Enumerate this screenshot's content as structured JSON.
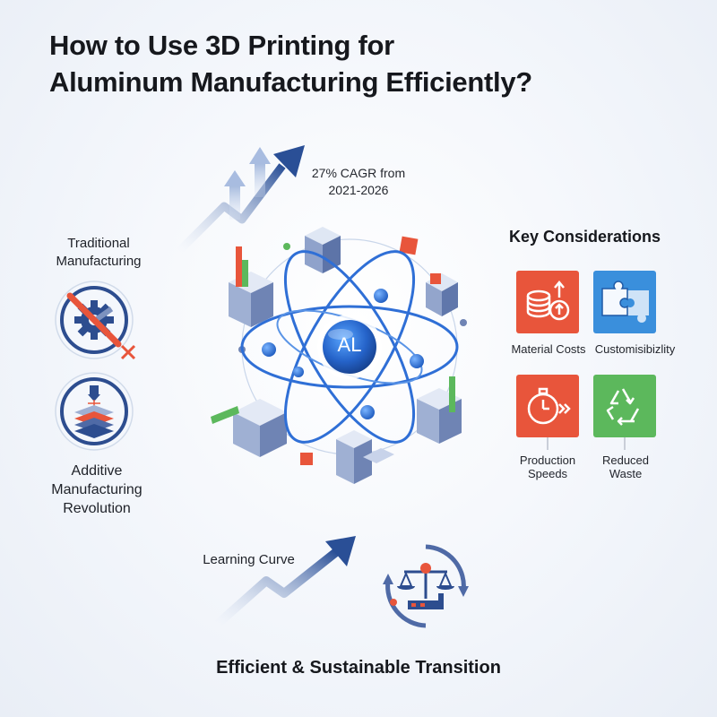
{
  "header": {
    "title_line1": "How to Use 3D Printing for",
    "title_line2": "Aluminum Manufacturing Efficiently?"
  },
  "stat": {
    "line1": "27% CAGR from",
    "line2": "2021-2026"
  },
  "core": {
    "label": "AL"
  },
  "left": {
    "traditional_line1": "Traditional",
    "traditional_line2": "Manufacturing",
    "additive_line1": "Additive",
    "additive_line2": "Manufacturing",
    "additive_line3": "Revolution"
  },
  "key_considerations": {
    "title": "Key Considerations",
    "items": [
      {
        "label": "Material Costs",
        "icon": "coins-arrow-icon",
        "color": "#e8553b"
      },
      {
        "label": "Customisibizlity",
        "icon": "puzzle-icon",
        "color": "#3a8fdc"
      },
      {
        "label_line1": "Production",
        "label_line2": "Speeds",
        "icon": "stopwatch-icon",
        "color": "#e8553b"
      },
      {
        "label_line1": "Reduced",
        "label_line2": "Waste",
        "icon": "recycle-icon",
        "color": "#5cb85c"
      }
    ]
  },
  "bottom": {
    "learning_curve": "Learning Curve",
    "footer_title": "Efficient & Sustainable Transition"
  },
  "colors": {
    "primary_blue": "#2f6fd6",
    "dark_blue": "#2a4a8a",
    "orange": "#e8553b",
    "green": "#5cb85c"
  }
}
